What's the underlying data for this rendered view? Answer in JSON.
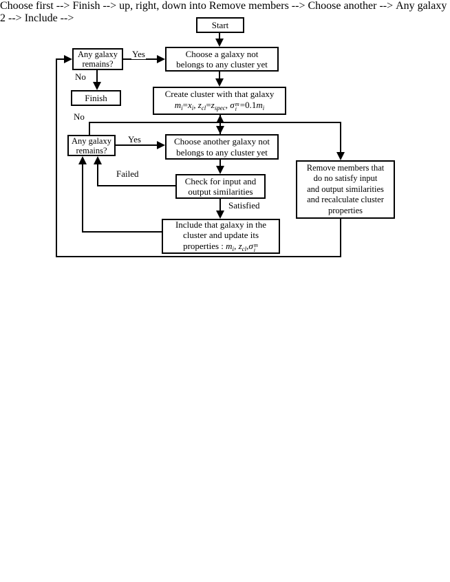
{
  "figure": {
    "type": "flowchart",
    "description": "Galaxy cluster-finding algorithm flowchart"
  },
  "colors": {
    "background": "#ffffff",
    "line": "#000000",
    "box_fill": "#ffffff",
    "text": "#000000"
  },
  "nodes": {
    "start": {
      "label": "Start"
    },
    "any_galaxy_1": {
      "lines": [
        "Any galaxy",
        "remains?"
      ]
    },
    "choose_first": {
      "lines": [
        "Choose a galaxy not",
        "belongs to any cluster yet"
      ]
    },
    "finish": {
      "label": "Finish"
    },
    "create_cluster": {
      "title": "Create cluster with that galaxy",
      "formula": [
        {
          "t": "m",
          "v": "it"
        },
        {
          "t": "i",
          "v": "sub"
        },
        {
          "t": "=",
          "v": ""
        },
        {
          "t": "x",
          "v": "it"
        },
        {
          "t": "i",
          "v": "sub"
        },
        {
          "t": ", ",
          "v": ""
        },
        {
          "t": "z",
          "v": "it"
        },
        {
          "t": "cl",
          "v": "sub"
        },
        {
          "t": "=",
          "v": ""
        },
        {
          "t": "z",
          "v": "it"
        },
        {
          "t": "spec",
          "v": "sub"
        },
        {
          "t": ", ",
          "v": ""
        },
        {
          "t": "σ",
          "v": "it"
        },
        {
          "t": [
            "m",
            "i"
          ],
          "v": "stack"
        },
        {
          "t": "=0.1",
          "v": ""
        },
        {
          "t": "m",
          "v": "it"
        },
        {
          "t": "i",
          "v": "sub"
        }
      ]
    },
    "any_galaxy_2": {
      "lines": [
        "Any galaxy",
        "remains?"
      ]
    },
    "choose_another": {
      "lines": [
        "Choose another galaxy not",
        "belongs to any cluster yet"
      ]
    },
    "check_similarities": {
      "lines": [
        "Check for input and",
        "output similarities"
      ]
    },
    "include_galaxy": {
      "lines": [
        "Include that galaxy in the",
        "cluster and update its"
      ],
      "formula": [
        {
          "t": "properties : ",
          "v": ""
        },
        {
          "t": "m",
          "v": "it"
        },
        {
          "t": "i",
          "v": "sub"
        },
        {
          "t": ", ",
          "v": ""
        },
        {
          "t": "z",
          "v": "it"
        },
        {
          "t": "cl",
          "v": "sub"
        },
        {
          "t": ",",
          "v": ""
        },
        {
          "t": "σ",
          "v": "it"
        },
        {
          "t": [
            "m",
            "i"
          ],
          "v": "stack"
        }
      ]
    },
    "remove_members": {
      "lines": [
        "Remove members that",
        "do no satisfy input",
        "and output similarities",
        "and recalculate cluster",
        "properties"
      ]
    }
  },
  "edge_labels": {
    "yes_1": "Yes",
    "no_1": "No",
    "yes_2": "Yes",
    "no_2": "No",
    "failed": "Failed",
    "satisfied": "Satisfied"
  },
  "edges": [
    {
      "from": "start",
      "to": "choose_first",
      "label": ""
    },
    {
      "from": "any_galaxy_1",
      "to": "choose_first",
      "label": "Yes"
    },
    {
      "from": "any_galaxy_1",
      "to": "finish",
      "label": "No"
    },
    {
      "from": "choose_first",
      "to": "create_cluster",
      "label": ""
    },
    {
      "from": "create_cluster",
      "to": "choose_another",
      "label": "",
      "style": "double-headed"
    },
    {
      "from": "any_galaxy_2",
      "to": "remove_members",
      "label": "No"
    },
    {
      "from": "any_galaxy_2",
      "to": "choose_another",
      "label": "Yes"
    },
    {
      "from": "choose_another",
      "to": "check_similarities",
      "label": ""
    },
    {
      "from": "check_similarities",
      "to": "any_galaxy_2",
      "label": "Failed"
    },
    {
      "from": "check_similarities",
      "to": "include_galaxy",
      "label": "Satisfied"
    },
    {
      "from": "include_galaxy",
      "to": "any_galaxy_2",
      "label": ""
    },
    {
      "from": "remove_members",
      "to": "any_galaxy_1",
      "label": ""
    }
  ]
}
